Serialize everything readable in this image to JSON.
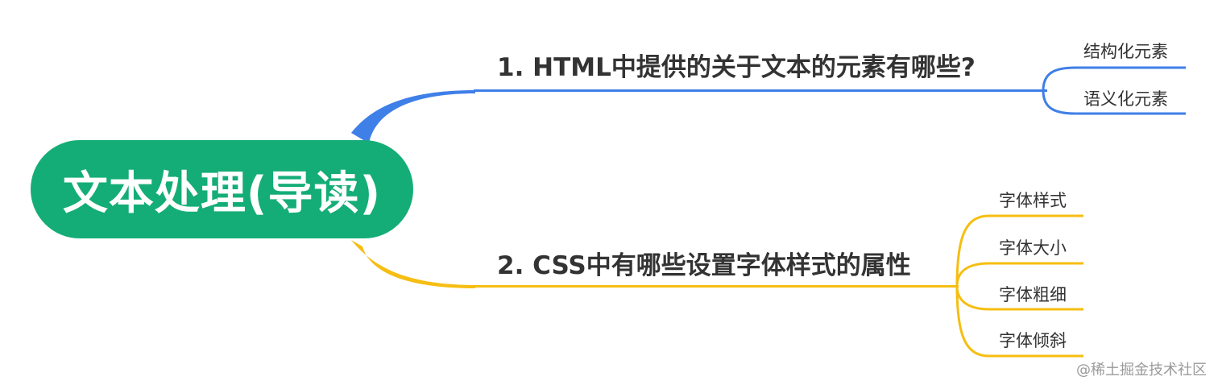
{
  "root": {
    "label": "文本处理(导读)",
    "color": "#14ad77"
  },
  "branches": [
    {
      "title": "1. HTML中提供的关于文本的元素有哪些?",
      "color": "#3f7fe8",
      "children": [
        "结构化元素",
        "语义化元素"
      ]
    },
    {
      "title": "2. CSS中有哪些设置字体样式的属性",
      "color": "#f6be12",
      "children": [
        "字体样式",
        "字体大小",
        "字体粗细",
        "字体倾斜"
      ]
    }
  ],
  "watermark": "@稀土掘金技术社区"
}
